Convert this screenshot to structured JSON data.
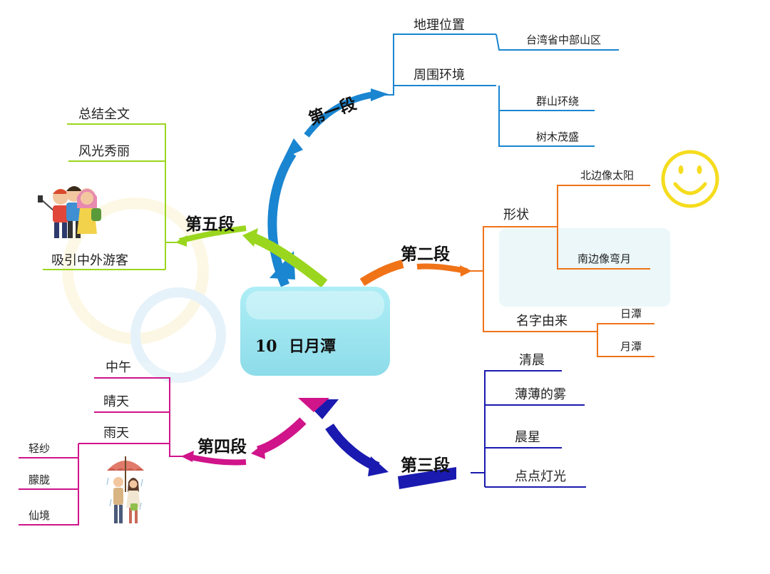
{
  "center": {
    "number": "10",
    "title": "日月潭"
  },
  "branches": {
    "p1": {
      "label": "第一段",
      "color": "#1a85d0",
      "items": [
        {
          "label": "地理位置",
          "children": [
            "台湾省中部山区"
          ]
        },
        {
          "label": "周围环境",
          "children": [
            "群山环绕",
            "树木茂盛"
          ]
        }
      ]
    },
    "p2": {
      "label": "第二段",
      "color": "#f07318",
      "items": [
        {
          "label": "形状",
          "children": [
            "北边像太阳",
            "南边像弯月"
          ]
        },
        {
          "label": "名字由来",
          "children": [
            "日潭",
            "月潭"
          ]
        }
      ]
    },
    "p3": {
      "label": "第三段",
      "color": "#1a1ab0",
      "items": [
        {
          "label": "清晨"
        },
        {
          "label": "薄薄的雾"
        },
        {
          "label": "晨星"
        },
        {
          "label": "点点灯光"
        }
      ]
    },
    "p4": {
      "label": "第四段",
      "color": "#d0148a",
      "items": [
        {
          "label": "中午"
        },
        {
          "label": "晴天"
        },
        {
          "label": "雨天",
          "children": [
            "轻纱",
            "朦胧",
            "仙境"
          ]
        }
      ]
    },
    "p5": {
      "label": "第五段",
      "color": "#9ad61e",
      "items": [
        {
          "label": "总结全文"
        },
        {
          "label": "风光秀丽"
        },
        {
          "label": "吸引中外游客"
        }
      ]
    }
  },
  "decorations": [
    "smiley-face-icon",
    "tourists-selfie-icon",
    "couple-umbrella-icon"
  ]
}
